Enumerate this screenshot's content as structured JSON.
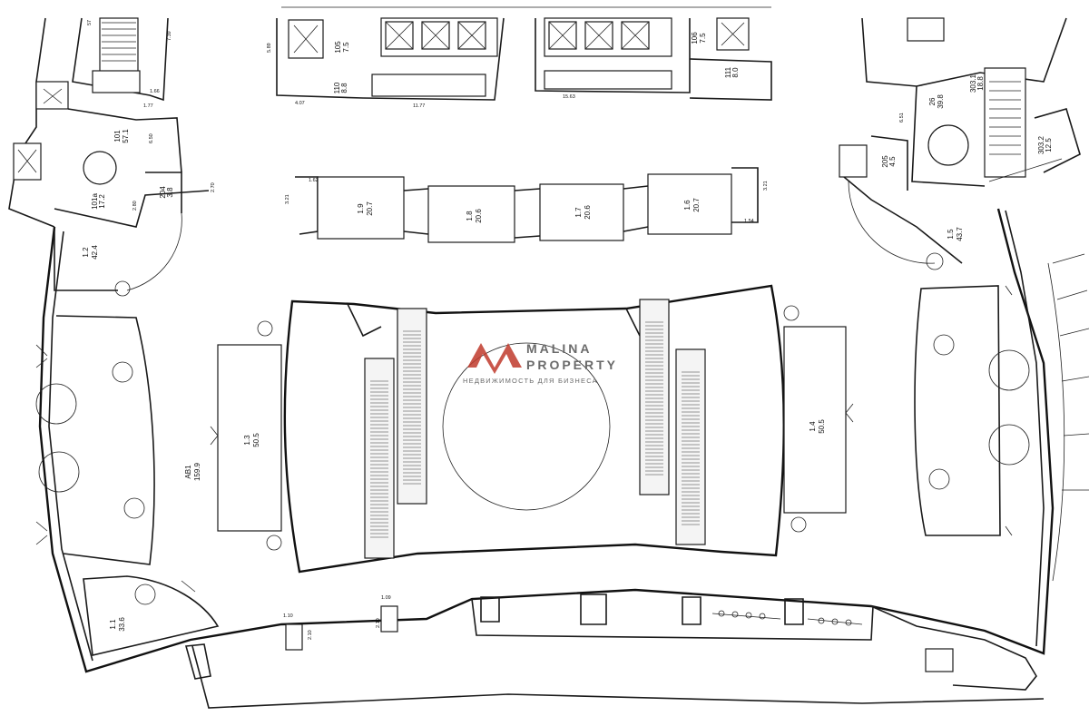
{
  "brand": {
    "name_line1": "MALINA",
    "name_line2": "PROPERTY",
    "tagline": "НЕДВИЖИМОСТЬ ДЛЯ БИЗНЕСА",
    "logo_color": "#c0392b"
  },
  "highlight_color": "#d64545",
  "rooms": [
    {
      "id": "1.9",
      "area": "20.7"
    },
    {
      "id": "1.8",
      "area": "20.6",
      "highlighted": true
    },
    {
      "id": "1.7",
      "area": "20.6"
    },
    {
      "id": "1.6",
      "area": "20.7"
    },
    {
      "id": "1.3",
      "area": "50.5"
    },
    {
      "id": "1.4",
      "area": "50.5"
    },
    {
      "id": "AB1",
      "area": "159.9"
    },
    {
      "id": "1.5",
      "area": "43.7"
    },
    {
      "id": "1.2",
      "area": "42.4"
    },
    {
      "id": "1.1",
      "area": "33.6"
    },
    {
      "id": "101",
      "area": "57.1"
    },
    {
      "id": "101a",
      "area": "17.2"
    },
    {
      "id": "204",
      "area": "3.8"
    },
    {
      "id": "105",
      "area": "7.5"
    },
    {
      "id": "110",
      "area": "8.8"
    },
    {
      "id": "106",
      "area": "7.5"
    },
    {
      "id": "111",
      "area": "8.0"
    },
    {
      "id": "26",
      "area": "39.8"
    },
    {
      "id": "303.1",
      "area": "18.8"
    },
    {
      "id": "303.2",
      "area": "12.5"
    },
    {
      "id": "205",
      "area": "4.5"
    }
  ],
  "partial_labels": {
    "top_left_number": "57"
  },
  "dimensions": [
    "4.07",
    "11.77",
    "15.63",
    "5.89",
    "7.39",
    "1.66",
    "1.77",
    "6.50",
    "2.80",
    "2.70",
    "1.62",
    "3.21",
    "1.54",
    "3.21",
    "6.51",
    "1.10",
    "2.10",
    "1.09",
    "2.10"
  ]
}
